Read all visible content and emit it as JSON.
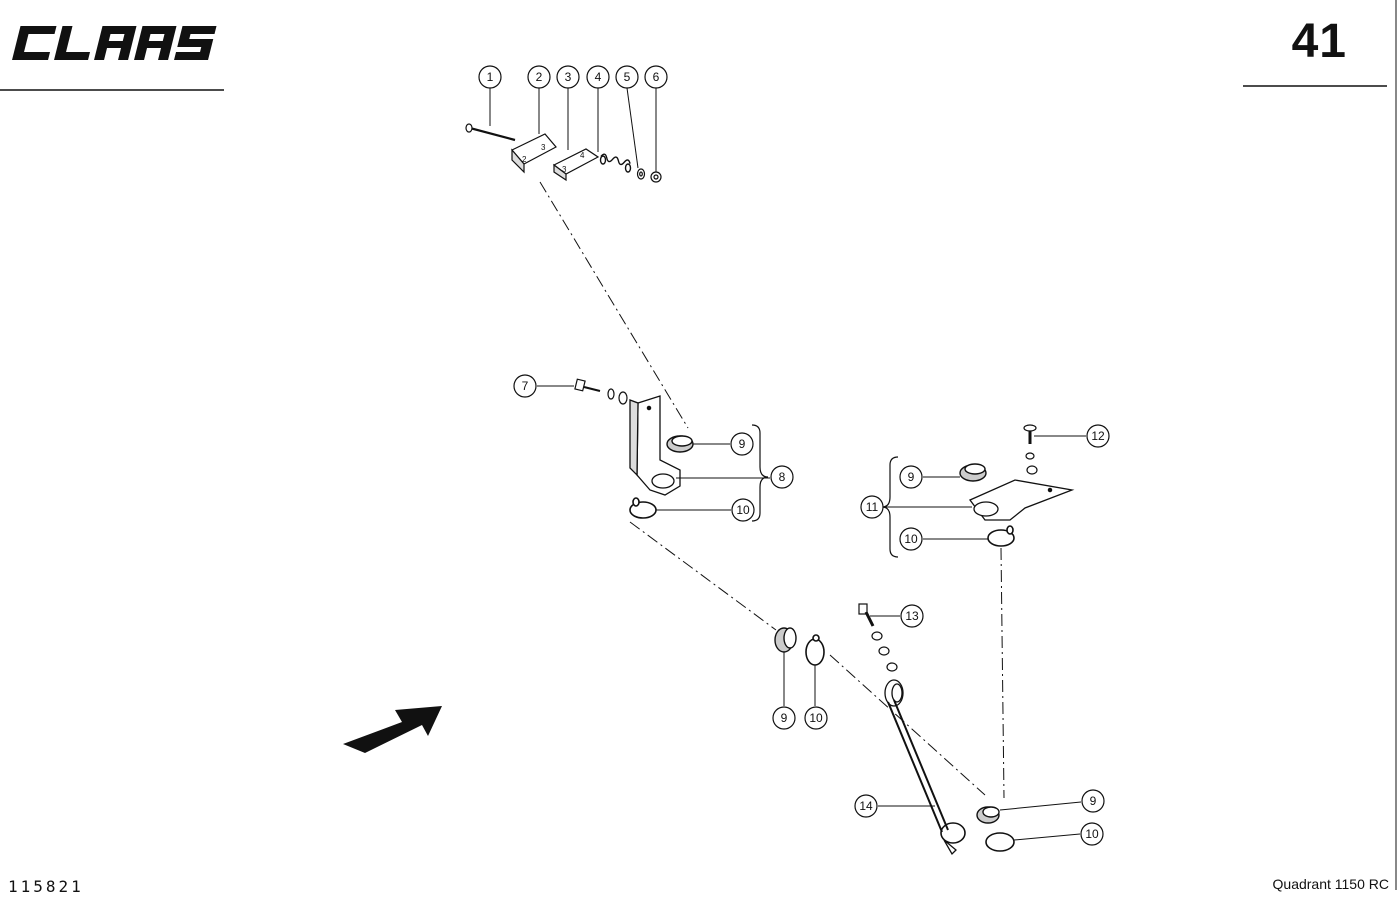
{
  "header": {
    "brand": "CLAAS",
    "page_number": "41"
  },
  "footer": {
    "drawing_number": "115821",
    "model": "Quadrant 1150 RC"
  },
  "callouts": [
    {
      "id": "c1",
      "label": "1"
    },
    {
      "id": "c2",
      "label": "2"
    },
    {
      "id": "c3",
      "label": "3"
    },
    {
      "id": "c4",
      "label": "4"
    },
    {
      "id": "c5",
      "label": "5"
    },
    {
      "id": "c6",
      "label": "6"
    },
    {
      "id": "c7",
      "label": "7"
    },
    {
      "id": "c9a",
      "label": "9"
    },
    {
      "id": "c8",
      "label": "8"
    },
    {
      "id": "c10a",
      "label": "10"
    },
    {
      "id": "c12",
      "label": "12"
    },
    {
      "id": "c9b",
      "label": "9"
    },
    {
      "id": "c11",
      "label": "11"
    },
    {
      "id": "c10b",
      "label": "10"
    },
    {
      "id": "c13",
      "label": "13"
    },
    {
      "id": "c9c",
      "label": "9"
    },
    {
      "id": "c10c",
      "label": "10"
    },
    {
      "id": "c14",
      "label": "14"
    },
    {
      "id": "c9d",
      "label": "9"
    },
    {
      "id": "c10d",
      "label": "10"
    }
  ]
}
